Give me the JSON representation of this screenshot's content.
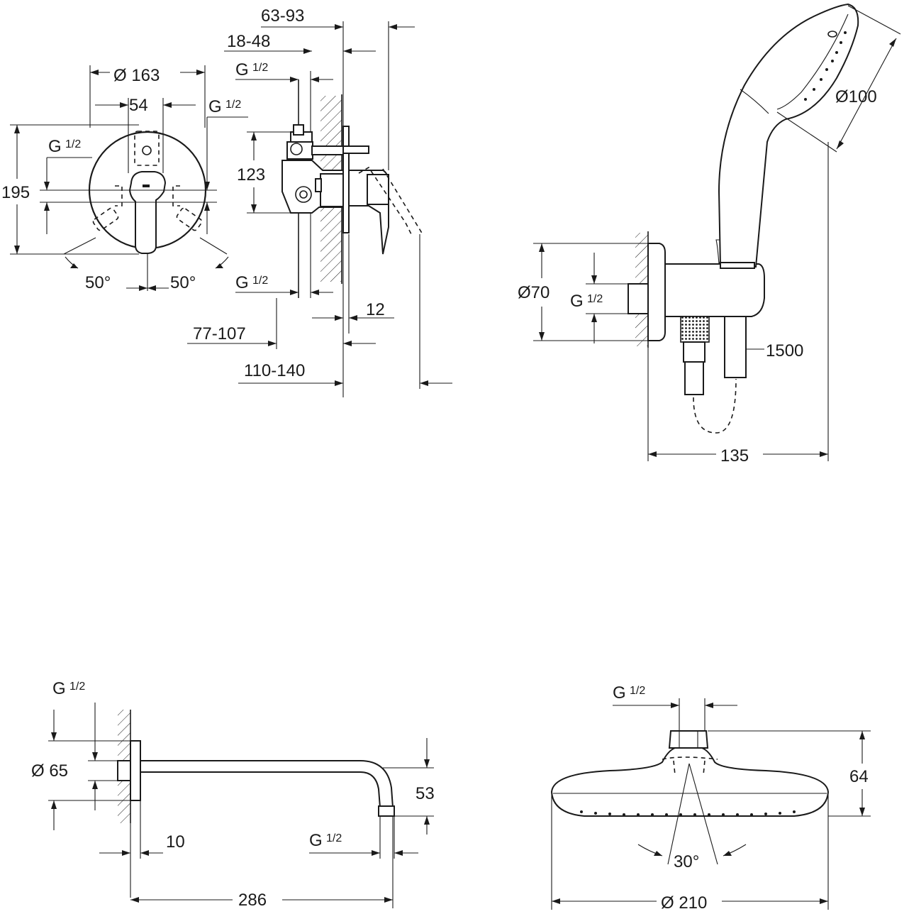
{
  "mixer": {
    "dim_63_93": "63-93",
    "dim_18_48": "18-48",
    "dim_163": "Ø 163",
    "dim_54": "54",
    "dim_195": "195",
    "dim_123": "123",
    "angle_left": "50°",
    "angle_right": "50°",
    "dim_12": "12",
    "dim_77_107": "77-107",
    "dim_110_140": "110-140",
    "thread_g": "G",
    "thread_frac": "1/2"
  },
  "hand_shower": {
    "dim_100": "Ø100",
    "dim_70": "Ø70",
    "dim_1500": "1500",
    "dim_135": "135",
    "thread_g": "G",
    "thread_frac": "1/2"
  },
  "shower_arm": {
    "dim_65": "Ø 65",
    "dim_53": "53",
    "dim_10": "10",
    "dim_286": "286",
    "thread_g": "G",
    "thread_frac": "1/2"
  },
  "head_shower": {
    "dim_64": "64",
    "angle_30": "30°",
    "dim_210": "Ø 210",
    "thread_g": "G",
    "thread_frac": "1/2"
  }
}
